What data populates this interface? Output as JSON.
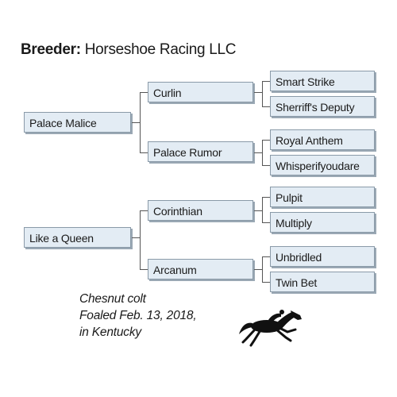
{
  "header": {
    "label": "Breeder:",
    "value": "Horseshoe Racing LLC"
  },
  "pedigree": {
    "horse": "Palace Malice",
    "sire": "Curlin",
    "sire_sire": "Smart Strike",
    "sire_dam": "Sherriff's Deputy",
    "dam": "Palace Rumor",
    "dam_sire": "Royal Anthem",
    "dam_dam": "Whisperifyoudare"
  },
  "pedigree2": {
    "horse": "Like a Queen",
    "sire": "Corinthian",
    "sire_sire": "Pulpit",
    "sire_dam": "Multiply",
    "dam": "Arcanum",
    "dam_sire": "Unbridled",
    "dam_dam": "Twin Bet"
  },
  "foaled": {
    "line1": "Chesnut colt",
    "line2": "Foaled Feb. 13, 2018,",
    "line3": "in Kentucky"
  },
  "icons": {
    "horse": "racehorse-jockey-silhouette-icon"
  },
  "colors": {
    "box_fill": "#e3ecf4",
    "box_border": "#8a9aa8",
    "line": "#555555"
  }
}
